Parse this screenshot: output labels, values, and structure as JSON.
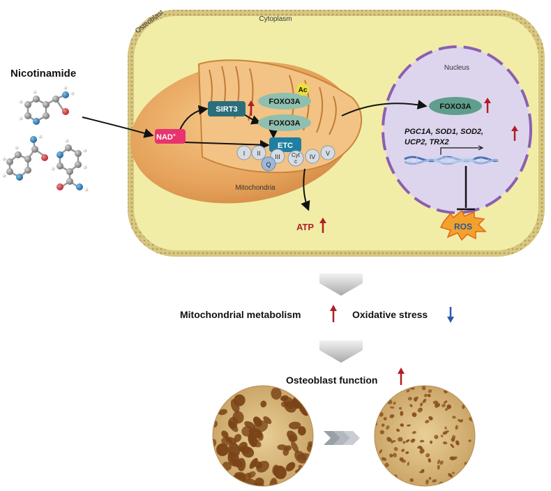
{
  "labels": {
    "cell": "Osteoblast",
    "cytoplasm": "Cytoplasm",
    "drug": "Nicotinamide",
    "nucleus": "Nucleus",
    "mitochondria": "Mitochondria",
    "nad": "NAD",
    "nad_sup": "+",
    "sirt3": "SIRT3",
    "foxo3a_ac": "FOXO3A",
    "ac": "Ac",
    "foxo3a_mito": "FOXO3A",
    "etc": "ETC",
    "complex_1": "I",
    "complex_2": "II",
    "complex_3": "III",
    "complex_q": "Q",
    "complex_cyt_1": "Cyt",
    "complex_cyt_2": "c",
    "complex_4": "IV",
    "complex_5": "V",
    "foxo3a_nucleus": "FOXO3A",
    "genes_line1": "PGC1A, SOD1, SOD2,",
    "genes_line2": "UCP2, TRX2",
    "atp": "ATP",
    "ros": "ROS",
    "mito_metabolism": "Mitochondrial metabolism",
    "oxidative_stress": "Oxidative stress",
    "osteoblast_function": "Osteoblast function"
  },
  "colors": {
    "up_arrow": "#b01e23",
    "down_arrow": "#2e5aa8",
    "nad_box": "#e8336f",
    "sirt3_box": "#2a6e7c",
    "etc_box": "#1e7fa3",
    "foxo3a": "#8fbfae",
    "ac_circle": "#e8e23a",
    "cytoplasm": "#f1eda6",
    "membrane": "#c9b36a",
    "nucleus": "#ddd5ee",
    "nucleus_border": "#8c5fb0",
    "mitochondria": "#e9b06a",
    "atp_text": "#b01e23"
  }
}
